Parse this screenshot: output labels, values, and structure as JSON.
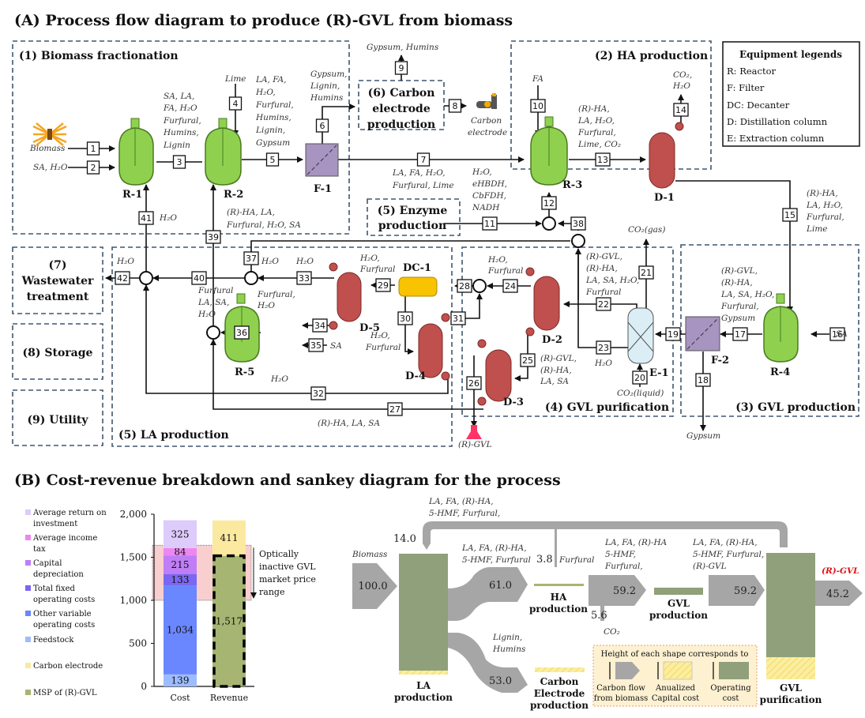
{
  "panel_a": {
    "title": "(A) Process flow diagram to produce (R)-GVL from biomass",
    "sections": {
      "s1": "(1)  Biomass fractionation",
      "s2": "(2) HA  production",
      "s3": "(3) GVL production",
      "s4": "(4) GVL purification",
      "s5": "(5) LA production",
      "s5e_1": "(5) Enzyme",
      "s5e_2": "production",
      "s6_1": "(6) Carbon",
      "s6_2": "electrode",
      "s6_3": "production",
      "s7_1": "(7)",
      "s7_2": "Wastewater",
      "s7_3": "treatment",
      "s8": "(8) Storage",
      "s9": "(9) Utility"
    },
    "legend": {
      "title": "Equipment legends",
      "items": [
        "R: Reactor",
        "F: Filter",
        "DC: Decanter",
        "D: Distillation column",
        "E: Extraction column"
      ]
    },
    "equipment": {
      "R1": "R-1",
      "R2": "R-2",
      "R3": "R-3",
      "R4": "R-4",
      "R5": "R-5",
      "F1": "F-1",
      "F2": "F-2",
      "D1": "D-1",
      "D2": "D-2",
      "D3": "D-3",
      "D4": "D-4",
      "D5": "D-5",
      "DC1": "DC-1",
      "E1": "E-1"
    },
    "streams": [
      "1",
      "2",
      "3",
      "4",
      "5",
      "6",
      "7",
      "8",
      "9",
      "10",
      "11",
      "12",
      "13",
      "14",
      "15",
      "16",
      "17",
      "18",
      "19",
      "20",
      "21",
      "22",
      "23",
      "24",
      "25",
      "26",
      "27",
      "28",
      "29",
      "30",
      "31",
      "32",
      "33",
      "34",
      "35",
      "36",
      "37",
      "38",
      "39",
      "40",
      "41",
      "42"
    ],
    "labels": {
      "biomass": "Biomass",
      "sa_h2o": "SA, H₂O",
      "lime": "Lime",
      "s3": [
        "SA, LA,",
        "FA, H₂O",
        "Furfural,",
        "Humins,",
        "Lignin"
      ],
      "s5": [
        "LA, FA,",
        "H₂O,",
        "Furfural,",
        "Humins,",
        "Lignin,",
        "Gypsum"
      ],
      "s6": [
        "Gypsum,",
        "Lignin,",
        "Humins"
      ],
      "gypsum_humins": "Gypsum, Humins",
      "carbon_electrode": [
        "Carbon",
        "electrode"
      ],
      "s7": [
        "LA, FA, H₂O,",
        "Furfural, Lime"
      ],
      "s11": [
        "H₂O,",
        "eHBDH,",
        "CbFDH,",
        "NADH"
      ],
      "fa": "FA",
      "s13": [
        "(R)-HA,",
        "LA, H₂O,",
        "Furfural,",
        "Lime, CO₂"
      ],
      "s14": [
        "CO₂,",
        "H₂O"
      ],
      "s15": [
        "(R)-HA,",
        "LA, H₂O,",
        "Furfural,",
        "Lime"
      ],
      "s41": "H₂O",
      "s39": [
        "(R)-HA, LA,",
        "Furfural, H₂O, SA"
      ],
      "co2gas": "CO₂(gas)",
      "co2liq": "CO₂(liquid)",
      "s22": [
        "(R)-GVL,",
        "(R)-HA,",
        "LA, SA, H₂O,",
        "Furfural"
      ],
      "s17": [
        "(R)-GVL,",
        "(R)-HA,",
        "LA, SA, H₂O,",
        "Furfural,",
        "Gypsum"
      ],
      "sa": "SA",
      "gypsum": "Gypsum",
      "s24": [
        "H₂O,",
        "Furfural"
      ],
      "s25": [
        "(R)-GVL,",
        "(R)-HA,",
        "LA, SA"
      ],
      "h2o": "H₂O",
      "rgvl": "(R)-GVL",
      "s27": "(R)-HA, LA, SA",
      "s29": [
        "H₂O,",
        "Furfural"
      ],
      "s30": [
        "H₂O,",
        "Furfural"
      ],
      "s34": [
        "Furfural,",
        "H₂O"
      ],
      "s36": [
        "Furfural",
        "LA, SA,",
        "H₂O"
      ]
    }
  },
  "panel_b": {
    "title": "(B) Cost-revenue breakdown and sankey diagram for the process",
    "annotation": [
      "Optically",
      "inactive GVL",
      "market price",
      "range"
    ],
    "sankey": {
      "nodes": [
        "LA production",
        "HA production",
        "GVL production",
        "GVL purification",
        "Carbon Electrode production"
      ],
      "node_lines": {
        "la": [
          "LA",
          "production"
        ],
        "ha": [
          "HA",
          "production"
        ],
        "gvl": [
          "GVL",
          "production"
        ],
        "pur": [
          "GVL",
          "purification"
        ],
        "ce": [
          "Carbon",
          "Electrode",
          "production"
        ]
      },
      "flows": [
        {
          "from": "Biomass",
          "to": "LA production",
          "value": 100.0,
          "label": "Biomass"
        },
        {
          "from": "LA production",
          "to": "HA production",
          "value": 61.0,
          "label": "LA, FA, (R)-HA, 5-HMF, Furfural"
        },
        {
          "from": "LA production",
          "to": "Carbon Electrode production",
          "value": 53.0,
          "label": "Lignin, Humins"
        },
        {
          "from": "GVL purification",
          "to": "LA production",
          "value": 14.0,
          "label": "LA, FA, (R)-HA, 5-HMF, Furfural,"
        },
        {
          "from": "GVL purification",
          "to": "HA production",
          "value": 3.8,
          "label": "Furfural"
        },
        {
          "from": "HA production",
          "to": "GVL production",
          "value": 59.2,
          "label": "LA, FA, (R)-HA 5-HMF, Furfural,"
        },
        {
          "from": "HA production",
          "to": "CO2",
          "value": 5.6,
          "label": "CO₂"
        },
        {
          "from": "GVL production",
          "to": "GVL purification",
          "value": 59.2,
          "label": "LA, FA, (R)-HA, 5-HMF, Furfural, (R)-GVL"
        },
        {
          "from": "GVL purification",
          "to": "(R)-GVL",
          "value": 45.2,
          "label": "(R)-GVL"
        }
      ],
      "text": {
        "biomass": "Biomass",
        "v100": "100.0",
        "v61": "61.0",
        "v53": "53.0",
        "v14": "14.0",
        "v38": "3.8",
        "v592a": "59.2",
        "v592b": "59.2",
        "v56": "5.6",
        "v452": "45.2",
        "top_label": [
          "LA, FA, (R)-HA,",
          "5-HMF, Furfural,"
        ],
        "ha_in": [
          "LA, FA, (R)-HA,",
          "5-HMF, Furfural"
        ],
        "furfural": "Furfural",
        "lignin": [
          "Lignin,",
          "Humins"
        ],
        "gvl_in": [
          "LA, FA, (R)-HA",
          "5-HMF,",
          "Furfural,"
        ],
        "pur_in": [
          "LA, FA, (R)-HA,",
          "5-HMF, Furfural,",
          "(R)-GVL"
        ],
        "co2": "CO₂",
        "rgvl": "(R)-GVL"
      },
      "key": {
        "title": "Height of each shape corresponds to",
        "items": [
          [
            "Carbon flow",
            "from biomass"
          ],
          [
            "Anualized",
            "Capital cost"
          ],
          [
            "Operating",
            "cost"
          ]
        ]
      }
    }
  },
  "chart_data": {
    "type": "bar",
    "stacked": true,
    "categories": [
      "Cost",
      "Revenue"
    ],
    "ylim": [
      0,
      2000
    ],
    "yticks": [
      "0",
      "500",
      "1,000",
      "1,500",
      "2,000"
    ],
    "ytick_values": [
      0,
      500,
      1000,
      1500,
      2000
    ],
    "series": [
      {
        "name": "Feedstock",
        "color": "#9dbcff",
        "values": [
          139,
          0
        ],
        "label": "139"
      },
      {
        "name": "Other variable operating costs",
        "color": "#6a87ff",
        "values": [
          1034,
          0
        ],
        "label": "1,034"
      },
      {
        "name": "Total fixed operating costs",
        "color": "#7b67f2",
        "values": [
          133,
          0
        ],
        "label": "133"
      },
      {
        "name": "Capital depreciation",
        "color": "#bf7ef5",
        "values": [
          215,
          0
        ],
        "label": "215"
      },
      {
        "name": "Average income tax",
        "color": "#ee86f2",
        "values": [
          84,
          0
        ],
        "label": "84"
      },
      {
        "name": "Average return on investment",
        "color": "#dccbfb",
        "values": [
          325,
          0
        ],
        "label": "325"
      },
      {
        "name": "MSP of (R)-GVL",
        "color": "#a6b572",
        "values": [
          0,
          1517
        ],
        "label": "1,517"
      },
      {
        "name": "Carbon electrode",
        "color": "#fbe9a0",
        "values": [
          0,
          411
        ],
        "label": "411"
      }
    ],
    "legend": [
      [
        "Average return on",
        "investment"
      ],
      [
        "Average income",
        "tax"
      ],
      [
        "Capital",
        "depreciation"
      ],
      [
        "Total fixed",
        "operating costs"
      ],
      [
        "Other variable",
        "operating costs"
      ],
      [
        "Feedstock"
      ],
      [
        "Carbon electrode"
      ],
      [
        "MSP of (R)-GVL"
      ]
    ],
    "legend_colors": [
      "#dccbfb",
      "#ee86f2",
      "#bf7ef5",
      "#7b67f2",
      "#6a87ff",
      "#9dbcff",
      "#fbe9a0",
      "#a6b572"
    ],
    "shaded_range": [
      1000,
      1640
    ],
    "shaded_color": "#f7c5c5",
    "legend_position": "left"
  }
}
